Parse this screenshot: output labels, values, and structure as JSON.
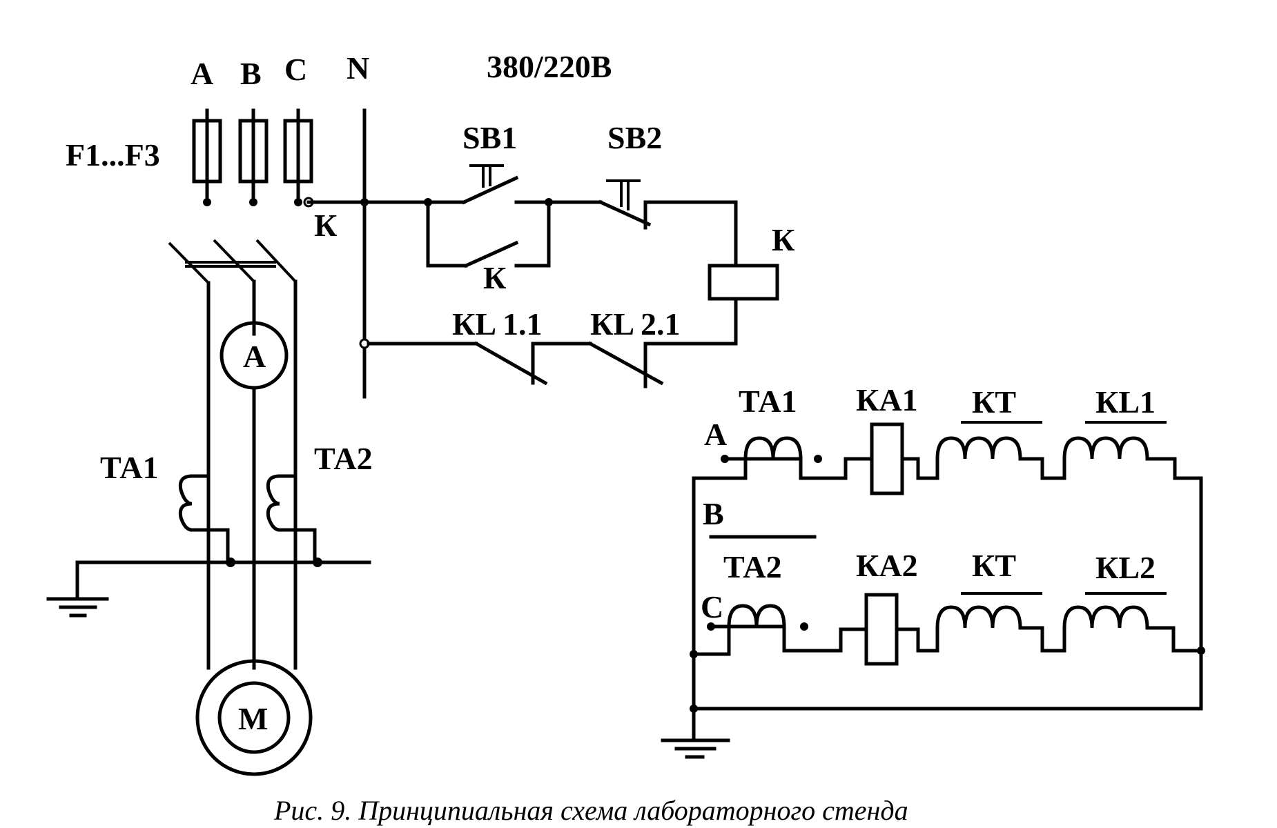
{
  "figure": {
    "caption": "Рис. 9. Принципиальная схема лабораторного стенда",
    "supply_voltage": "380/220В"
  },
  "power_circuit": {
    "phases": [
      "A",
      "B",
      "C"
    ],
    "neutral": "N",
    "fuses_label": "F1...F3",
    "contactor_label": "К",
    "ammeter_symbol": "A",
    "motor_symbol": "M",
    "current_transformers": [
      "ТА1",
      "ТА2"
    ]
  },
  "control_circuit": {
    "start_button": "SB1",
    "stop_button": "SB2",
    "holding_contact": "К",
    "coil": "К",
    "relay_contacts": [
      "КL 1.1",
      "КL 2.1"
    ]
  },
  "protection_circuit": {
    "phase_a_label": "А",
    "phase_b_label": "В",
    "phase_c_label": "С",
    "row_a": [
      "ТА1",
      "КА1",
      "КТ",
      "КL1"
    ],
    "row_c": [
      "ТА2",
      "КА2",
      "КТ",
      "КL2"
    ]
  }
}
